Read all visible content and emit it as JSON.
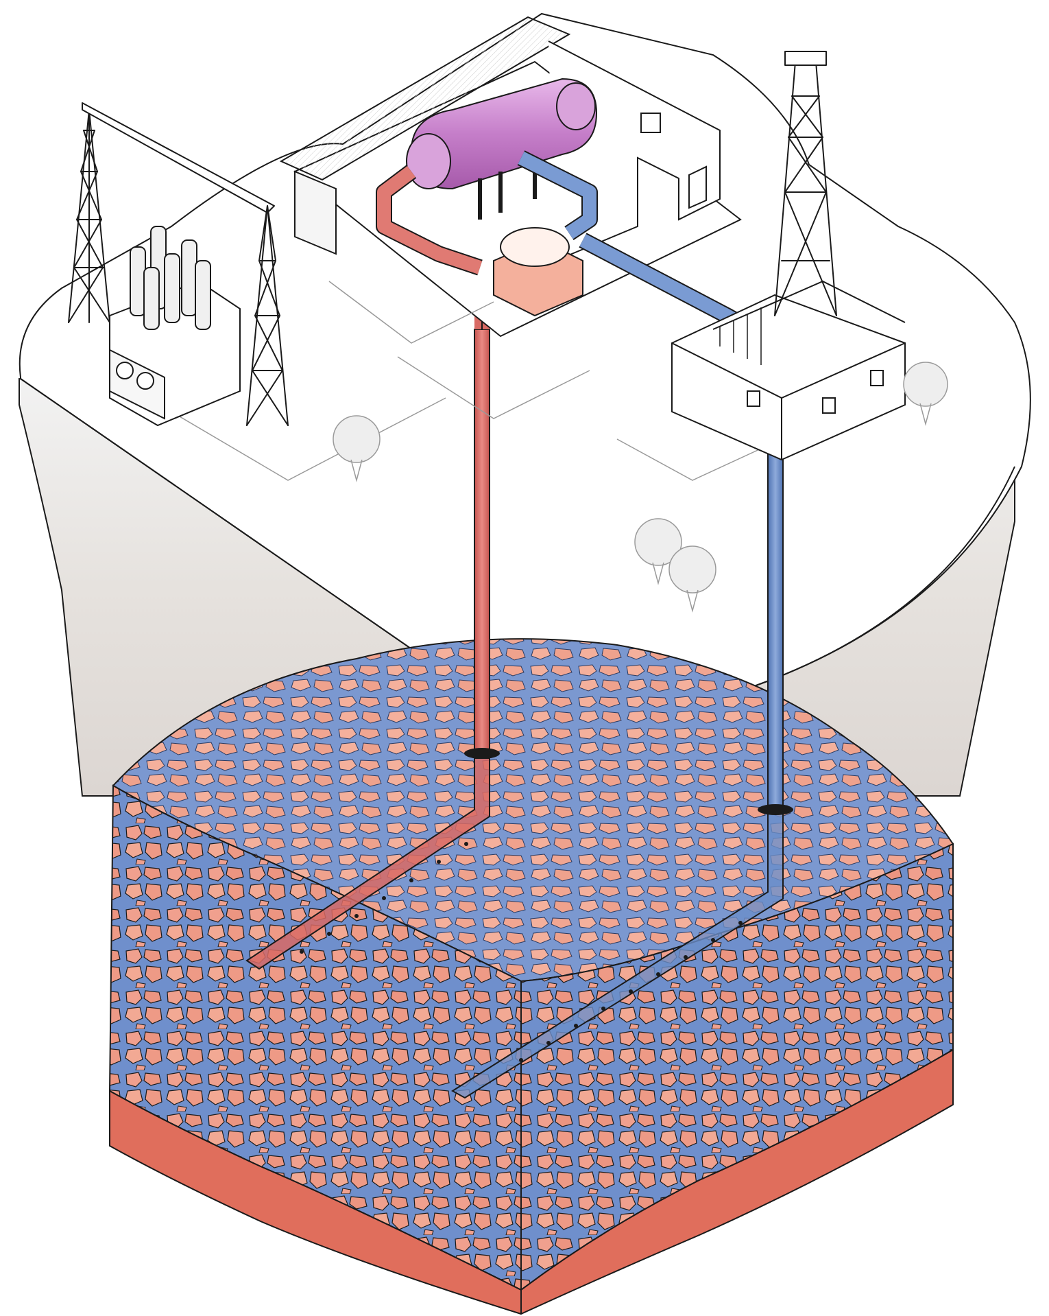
{
  "diagram": {
    "title": "",
    "labels": []
  },
  "palette": {
    "rock": "#ef8d7c",
    "rock_light": "#f4b3a1",
    "rock_dark": "#d9604f",
    "fluid": "#6b8fcd",
    "hot_pipe": "#d96a64",
    "cold_pipe": "#6b8fc9",
    "turbine": "#d59ad6",
    "ground": "#e8e8e8",
    "surface": "#ffffff"
  },
  "components": [
    "transmission-tower",
    "transformer",
    "power-house",
    "turbine",
    "heat-exchanger",
    "drilling-rig",
    "production-well",
    "injection-well",
    "fractured-reservoir"
  ]
}
